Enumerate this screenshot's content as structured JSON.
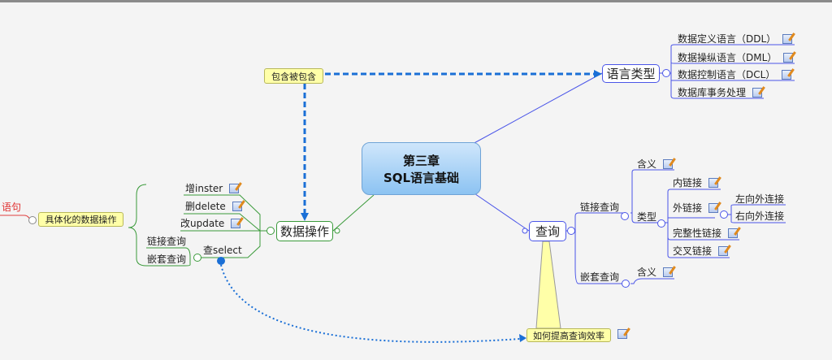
{
  "central": {
    "line1": "第三章",
    "line2": "SQL语言基础"
  },
  "language_types": {
    "label": "语言类型",
    "children": [
      "数据定义语言（DDL）",
      "数据操纵语言（DML）",
      "数据控制语言（DCL）",
      "数据库事务处理"
    ]
  },
  "relation_callout": "包含被包含",
  "query": {
    "label": "查询",
    "join_query": "链接查询",
    "meaning": "含义",
    "type": "类型",
    "types": [
      "内链接",
      "外链接",
      "完整性链接",
      "交叉链接"
    ],
    "outer": [
      "左向外连接",
      "右向外连接"
    ],
    "nested_query": "嵌套查询",
    "nested_meaning": "含义"
  },
  "efficiency_callout": "如何提高查询效率",
  "data_ops": {
    "label": "数据操作",
    "items": [
      "增inster",
      "删delete",
      "改update",
      "查select"
    ],
    "select_children": [
      "链接查询",
      "嵌套查询"
    ]
  },
  "concrete_callout": "具体化的数据操作",
  "statement": "语句"
}
